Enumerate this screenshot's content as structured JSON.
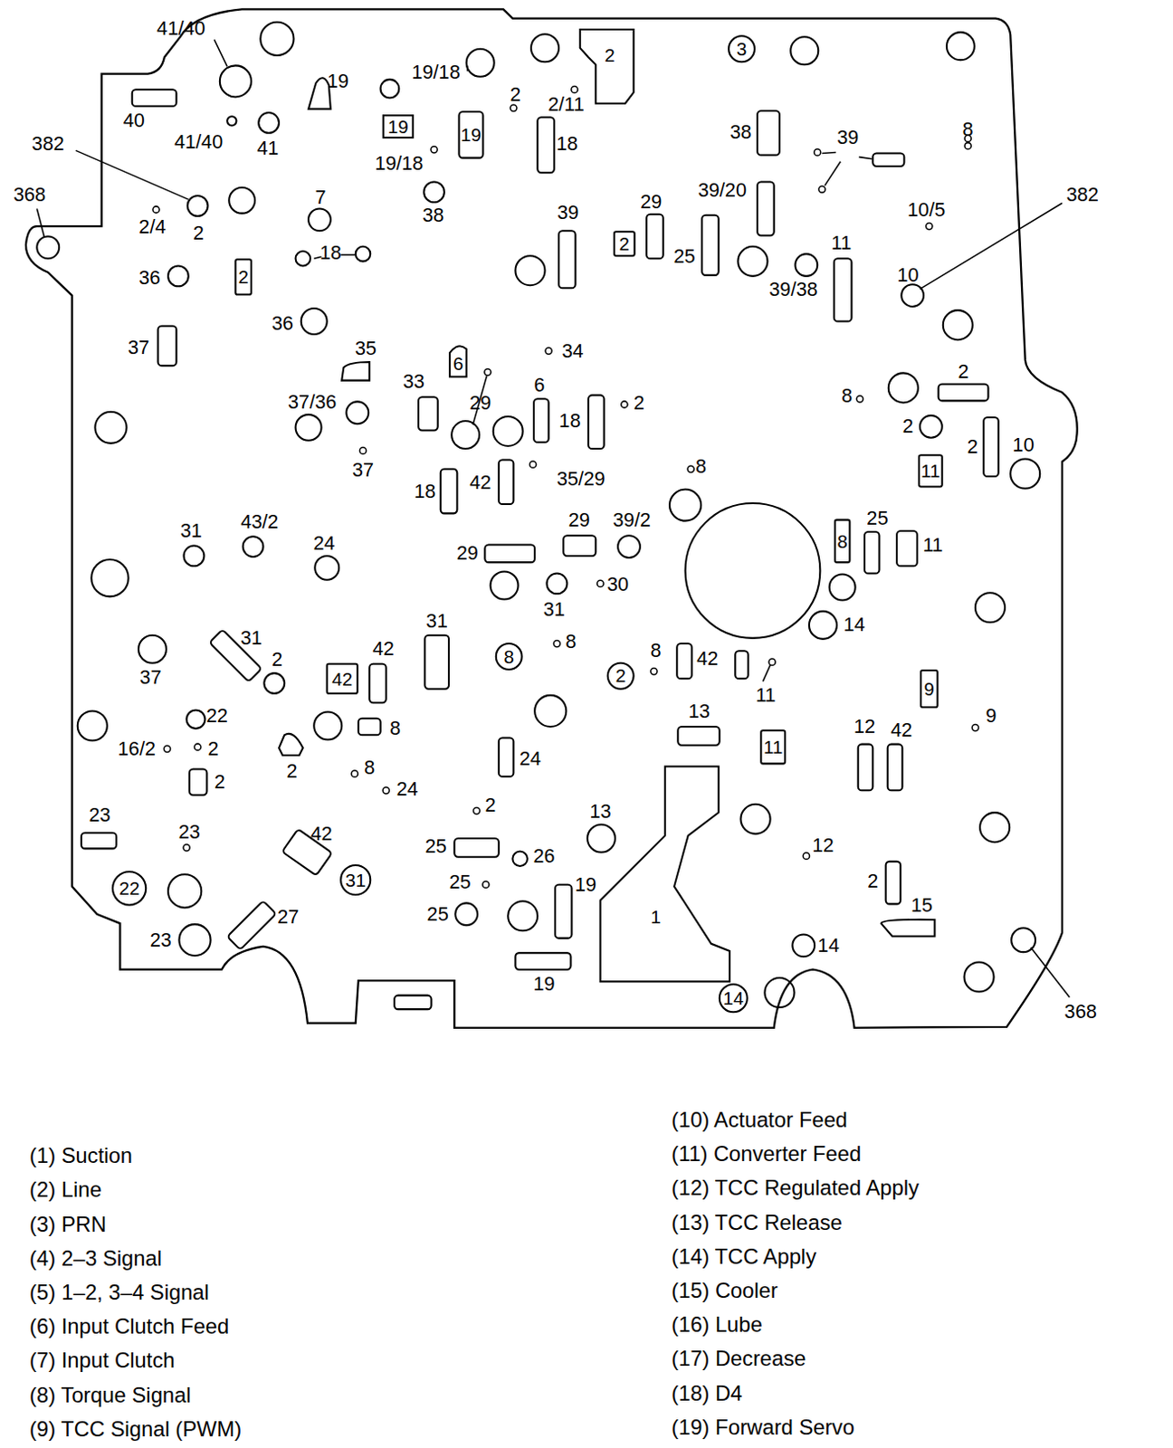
{
  "diagram": {
    "nodes": [
      {
        "text": [
          "2"
        ]
      },
      {
        "text": [
          "3"
        ]
      },
      {
        "text": [
          "19"
        ]
      },
      {
        "text": [
          "19"
        ]
      },
      {
        "text": [
          "2"
        ]
      },
      {
        "text": [
          "2"
        ]
      },
      {
        "text": [
          "6"
        ]
      },
      {
        "text": [
          "11"
        ]
      },
      {
        "text": [
          "8"
        ]
      },
      {
        "text": [
          "8"
        ]
      },
      {
        "text": [
          "2"
        ]
      },
      {
        "text": [
          "42"
        ]
      },
      {
        "text": [
          "9"
        ]
      },
      {
        "text": [
          "11"
        ]
      },
      {
        "text": [
          "1"
        ]
      },
      {
        "text": [
          "22"
        ]
      },
      {
        "text": [
          "31"
        ]
      },
      {
        "text": [
          "14"
        ]
      }
    ],
    "labels": [
      "41/40",
      "19",
      "19/18",
      "2",
      "2/11",
      "40",
      "41/40",
      "41",
      "19/18",
      "18",
      "38",
      "39",
      "8",
      "382",
      "368",
      "7",
      "2/4",
      "2",
      "38",
      "39",
      "29",
      "39/20",
      "10/5",
      "382",
      "18",
      "25",
      "11",
      "10",
      "36",
      "39/38",
      "36",
      "37",
      "35",
      "34",
      "33",
      "6",
      "2",
      "37/36",
      "29",
      "18",
      "2",
      "8",
      "2",
      "2",
      "10",
      "37",
      "18",
      "42",
      "35/29",
      "8",
      "31",
      "43/2",
      "24",
      "29",
      "39/2",
      "25",
      "29",
      "11",
      "30",
      "31",
      "14",
      "31",
      "31",
      "42",
      "8",
      "8",
      "2",
      "42",
      "37",
      "11",
      "22",
      "13",
      "9",
      "16/2",
      "2",
      "8",
      "12",
      "42",
      "2",
      "24",
      "2",
      "8",
      "24",
      "2",
      "13",
      "23",
      "23",
      "42",
      "12",
      "25",
      "26",
      "2",
      "19",
      "25",
      "15",
      "27",
      "25",
      "23",
      "14",
      "19",
      "368"
    ],
    "legend": [
      {
        "text": "(1) Suction"
      },
      {
        "text": "(2) Line"
      },
      {
        "text": "(3) PRN"
      },
      {
        "text": "(4) 2–3 Signal"
      },
      {
        "text": "(5) 1–2, 3–4 Signal"
      },
      {
        "text": "(6) Input Clutch Feed"
      },
      {
        "text": "(7) Input Clutch"
      },
      {
        "text": "(8) Torque Signal"
      },
      {
        "text": "(9) TCC Signal (PWM)"
      },
      {
        "text": "(10) Actuator Feed"
      },
      {
        "text": "(11) Converter Feed"
      },
      {
        "text": "(12) TCC Regulated Apply"
      },
      {
        "text": "(13) TCC Release"
      },
      {
        "text": "(14) TCC Apply"
      },
      {
        "text": "(15) Cooler"
      },
      {
        "text": "(16) Lube"
      },
      {
        "text": "(17) Decrease"
      },
      {
        "text": "(18) D4"
      },
      {
        "text": "(19) Forward Servo"
      }
    ]
  }
}
